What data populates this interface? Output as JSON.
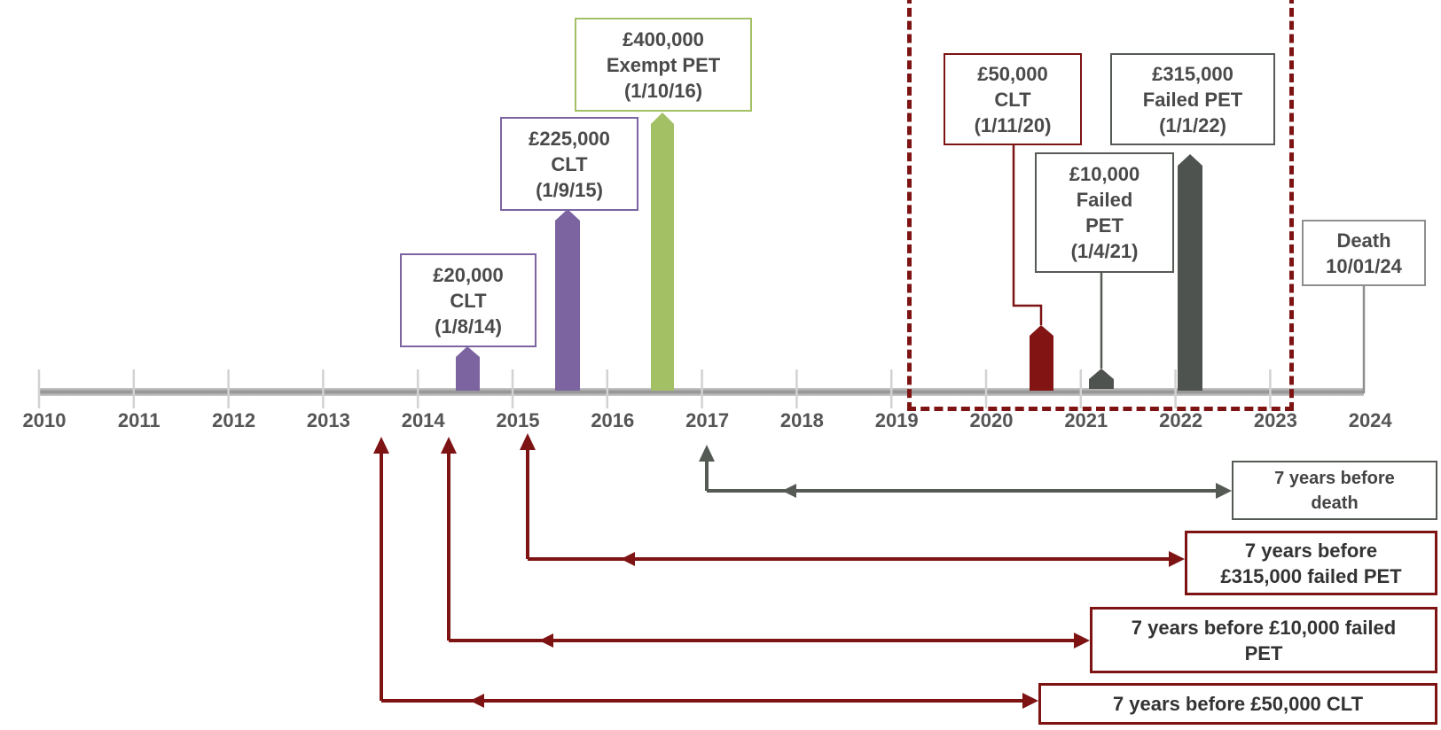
{
  "timeline": {
    "years": [
      "2010",
      "2011",
      "2012",
      "2013",
      "2014",
      "2015",
      "2016",
      "2017",
      "2018",
      "2019",
      "2020",
      "2021",
      "2022",
      "2023",
      "2024"
    ]
  },
  "gifts": [
    {
      "amount": "£20,000",
      "type": "CLT",
      "date": "(1/8/14)",
      "color": "#7b64a0"
    },
    {
      "amount": "£225,000",
      "type": "CLT",
      "date": "(1/9/15)",
      "color": "#7b64a0"
    },
    {
      "amount": "£400,000",
      "type": "Exempt PET",
      "date": "(1/10/16)",
      "color": "#a3c064"
    },
    {
      "amount": "£50,000",
      "type": "CLT",
      "date": "(1/11/20)",
      "color": "#7e1313"
    },
    {
      "amount": "£10,000",
      "type": "Failed",
      "type2": "PET",
      "date": "(1/4/21)",
      "color": "#555a55"
    },
    {
      "amount": "£315,000",
      "type": "Failed PET",
      "date": "(1/1/22)",
      "color": "#555a55"
    }
  ],
  "death": {
    "label": "Death",
    "date": "10/01/24"
  },
  "lookbacks": [
    {
      "line1": "7 years before",
      "line2": "death",
      "color": "#555a55"
    },
    {
      "line1": "7 years before",
      "line2": "£315,000 failed PET",
      "color": "#7e1313"
    },
    {
      "line1": "7 years before £10,000 failed",
      "line2": "PET",
      "color": "#7e1313"
    },
    {
      "line1": "7 years before £50,000 CLT",
      "color": "#7e1313"
    }
  ]
}
